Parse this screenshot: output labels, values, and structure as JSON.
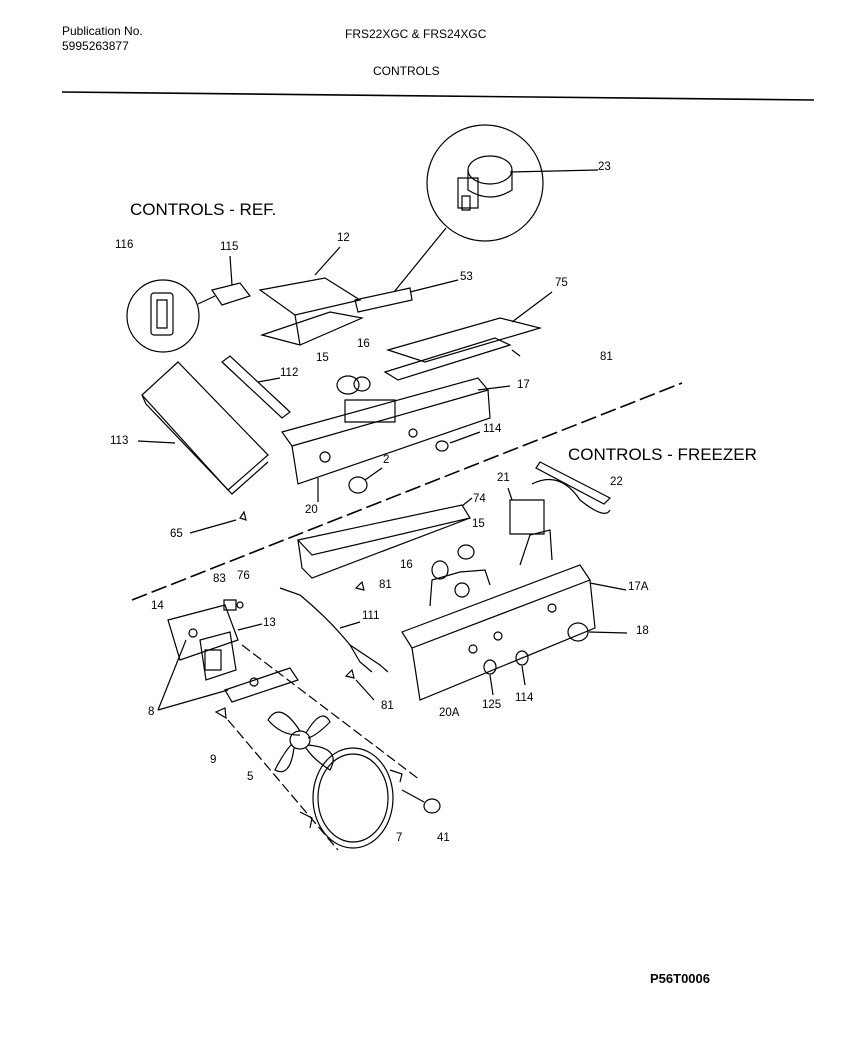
{
  "header": {
    "publication_label": "Publication No.",
    "publication_number": "5995263877",
    "models": "FRS22XGC & FRS24XGC",
    "section": "CONTROLS"
  },
  "sections": {
    "ref": "CONTROLS - REF.",
    "freezer": "CONTROLS - FREEZER"
  },
  "callouts": {
    "c23": "23",
    "c12": "12",
    "c116": "116",
    "c115": "115",
    "c53": "53",
    "c75": "75",
    "c81a": "81",
    "c15a": "15",
    "c16a": "16",
    "c112": "112",
    "c17": "17",
    "c113": "113",
    "c114a": "114",
    "c2": "2",
    "c20": "20",
    "c21": "21",
    "c22": "22",
    "c74": "74",
    "c15b": "15",
    "c65": "65",
    "c16b": "16",
    "c83": "83",
    "c76": "76",
    "c81b": "81",
    "c17a": "17A",
    "c14": "14",
    "c13": "13",
    "c111": "111",
    "c18": "18",
    "c8": "8",
    "c81c": "81",
    "c20a": "20A",
    "c125": "125",
    "c114b": "114",
    "c9": "9",
    "c5": "5",
    "c7": "7",
    "c41": "41"
  },
  "footer": {
    "code": "P56T0006"
  }
}
